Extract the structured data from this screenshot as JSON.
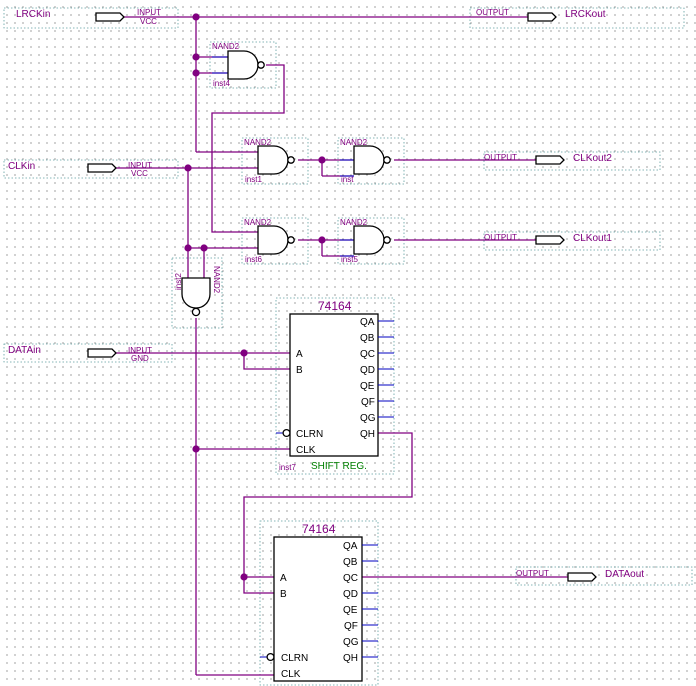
{
  "gate_type": "NAND2",
  "chip_type": "74164",
  "chip_caption": "SHIFT REG.",
  "inputs": [
    {
      "name": "LRCKin",
      "tag": "INPUT",
      "sub": "VCC"
    },
    {
      "name": "CLKin",
      "tag": "INPUT",
      "sub": "VCC"
    },
    {
      "name": "DATAin",
      "tag": "INPUT",
      "sub": "GND"
    }
  ],
  "outputs": [
    {
      "name": "LRCKout",
      "tag": "OUTPUT"
    },
    {
      "name": "CLKout2",
      "tag": "OUTPUT"
    },
    {
      "name": "CLKout1",
      "tag": "OUTPUT"
    },
    {
      "name": "DATAout",
      "tag": "OUTPUT"
    }
  ],
  "instances": [
    "inst4",
    "inst1",
    "inst",
    "inst6",
    "inst5",
    "inst2",
    "inst7"
  ],
  "pins_left": [
    "A",
    "B",
    "CLRN",
    "CLK"
  ],
  "pins_right": [
    "QA",
    "QB",
    "QC",
    "QD",
    "QE",
    "QF",
    "QG",
    "QH"
  ],
  "colors": {
    "wire": "#800080",
    "gate": "#000000",
    "pin_stub": "#0000c0",
    "caption": "#008000",
    "grid_dot": "#8c8c8c"
  }
}
